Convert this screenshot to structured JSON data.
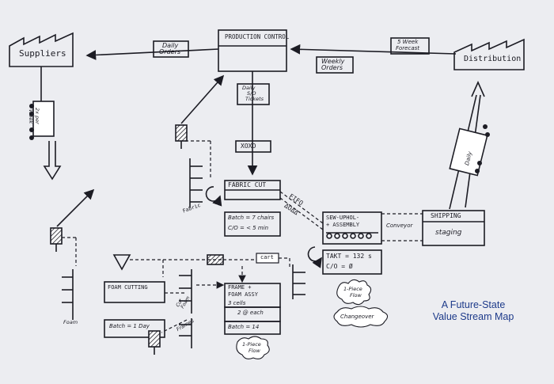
{
  "nodes": {
    "suppliers": "Suppliers",
    "production_control": "PRODUCTION CONTROL",
    "distribution": "Distribution",
    "fabric_cut": "FABRIC CUT",
    "fabric_cut_data": [
      "Batch = 7 chairs",
      "C/O = < 5 min"
    ],
    "sew_assembly": [
      "SEW-UPHOL-",
      "+ ASSEMBLY"
    ],
    "takt": [
      "TAKT = 132 s",
      "C/O = Ø"
    ],
    "shipping": "SHIPPING",
    "shipping_sub": "staging",
    "foam_cutting": "FOAM CUTTING",
    "foam_cutting_data": "Batch = 1 Day",
    "frame_foam": [
      "FRAME +",
      "FOAM ASSY"
    ],
    "frame_foam_cells": [
      "3 cells",
      "2 @ each"
    ],
    "frame_foam_data": "Batch = 14"
  },
  "flows": {
    "daily_orders": [
      "Daily",
      "Orders"
    ],
    "weekly_orders": [
      "Weekly",
      "Orders"
    ],
    "week_forecast": [
      "5 Week",
      "Forecast"
    ],
    "daily_tickets": [
      "Daily",
      "S/O",
      "Tickets"
    ],
    "xoxo": "XOXO",
    "fifo": "FIFO",
    "fifo_marks": "ΔΟΔΔ",
    "conveyor": "Conveyor",
    "cart": "cart",
    "two_per_week": [
      "2x per",
      "Week"
    ],
    "daily_ship": "Daily",
    "fabric_label": "Fabric",
    "foam_label": "Foam",
    "cut_foam_label": [
      "Cut",
      "Foam"
    ],
    "frames_label": "Frames",
    "one_piece_flow": [
      "1-Piece",
      "Flow"
    ],
    "changeover": "Changeover"
  },
  "caption": [
    "A Future-State",
    "Value Stream Map"
  ],
  "colors": {
    "ink": "#1c1c24",
    "caption": "#1d3a8a",
    "paper": "#ecedf1"
  }
}
